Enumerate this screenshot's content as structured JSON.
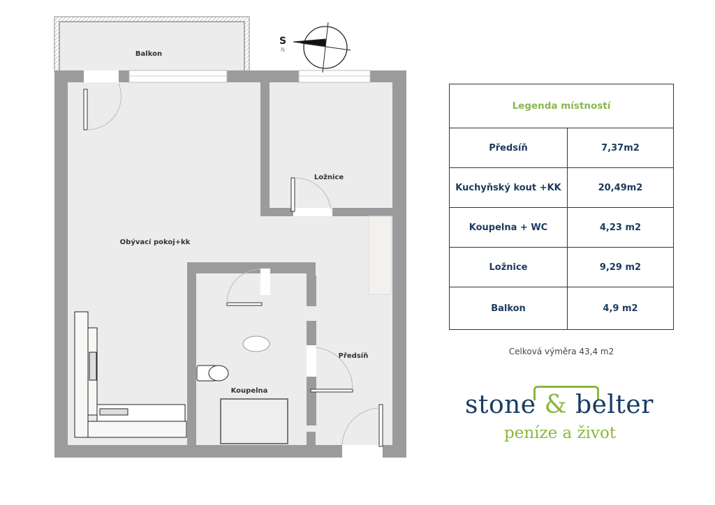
{
  "plan": {
    "rooms": {
      "balkon": "Balkon",
      "obyvaci": "Obývací pokoj+kk",
      "loznice": "Ložnice",
      "predsin": "Předsíň",
      "koupelna": "Koupelna"
    },
    "compass": {
      "south": "S",
      "north": "N"
    }
  },
  "legend": {
    "title": "Legenda místností",
    "rows": [
      {
        "room": "Předsíň",
        "area": "7,37m2"
      },
      {
        "room": "Kuchyňský kout +KK",
        "area": "20,49m2"
      },
      {
        "room": "Koupelna + WC",
        "area": "4,23 m2"
      },
      {
        "room": "Ložnice",
        "area": "9,29 m2"
      },
      {
        "room": "Balkon",
        "area": "4,9 m2"
      }
    ],
    "total": "Celková výměra 43,4 m2"
  },
  "logo": {
    "word1": "stone",
    "amp": "&",
    "word2": "belter",
    "tagline": "peníze a život"
  },
  "colors": {
    "wall": "#9b9b9d",
    "floor": "#ececec",
    "accent_green": "#8ab83c",
    "brand_blue": "#173c62"
  }
}
